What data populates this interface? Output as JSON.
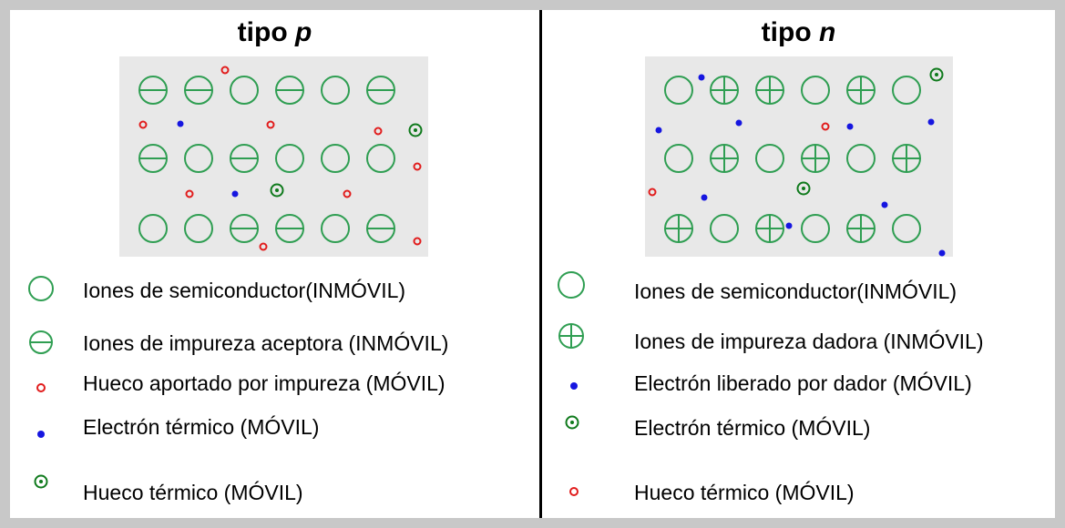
{
  "colors": {
    "ion_green": "#2f9e52",
    "hole_red": "#e11c1c",
    "electron_blue": "#1616e0",
    "thermal_green": "#0f7a1c",
    "lattice_bg": "#e8e8e8"
  },
  "panel_p": {
    "title_prefix": "tipo",
    "title_var": "p",
    "legend": [
      {
        "icon": "semiconductor-ion-icon",
        "label": "Iones de semiconductor(INMÓVIL)"
      },
      {
        "icon": "acceptor-ion-icon",
        "label": "Iones de impureza aceptora (INMÓVIL)"
      },
      {
        "icon": "hole-icon",
        "label": "Hueco aportado por impureza (MÓVIL)"
      },
      {
        "icon": "electron-icon",
        "label": "Electrón térmico (MÓVIL)"
      },
      {
        "icon": "thermal-carrier-icon",
        "label": "Hueco térmico (MÓVIL)"
      }
    ]
  },
  "panel_n": {
    "title_prefix": "tipo",
    "title_var": "n",
    "legend": [
      {
        "icon": "semiconductor-ion-icon",
        "label": "Iones de semiconductor(INMÓVIL)"
      },
      {
        "icon": "donor-ion-icon",
        "label": "Iones de impureza dadora (INMÓVIL)"
      },
      {
        "icon": "electron-icon",
        "label": "Electrón liberado por dador (MÓVIL)"
      },
      {
        "icon": "thermal-carrier-icon",
        "label": "Electrón térmico (MÓVIL)"
      },
      {
        "icon": "hole-icon",
        "label": "Hueco térmico (MÓVIL)"
      }
    ]
  }
}
